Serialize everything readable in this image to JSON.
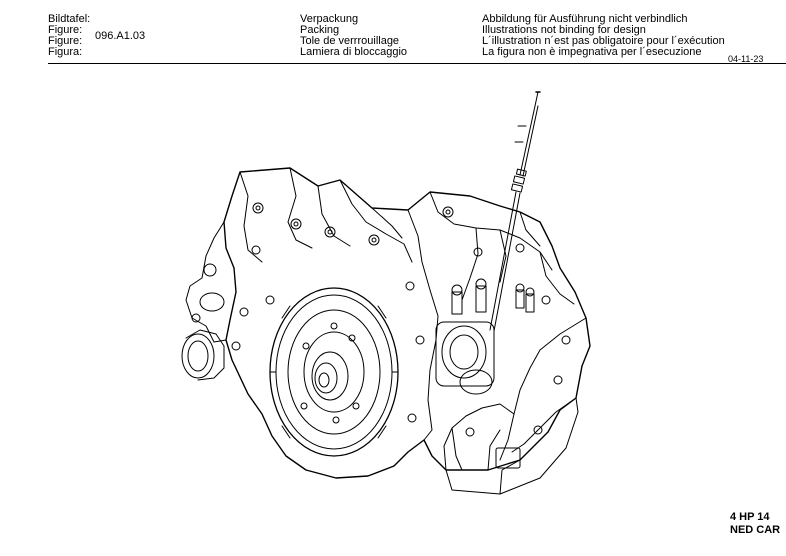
{
  "header": {
    "col1": [
      "Bildtafel:",
      "Figure:",
      "Figure:",
      "Figura:"
    ],
    "figure_number": "096.A1.03",
    "col2": [
      "Verpackung",
      "Packing",
      "Tole de verrrouillage",
      "Lamiera di bloccaggio"
    ],
    "col3": [
      "Abbildung für Ausführung nicht verbindlich",
      "Illustrations not binding for design",
      "L´illustration n´est pas obligatoire pour l´exécution",
      "La figura non è impegnativa per l´esecuzione"
    ],
    "date": "04-11-23"
  },
  "footer": {
    "model": "4 HP 14",
    "variant": "NED CAR"
  },
  "colors": {
    "ink": "#000000",
    "paper": "#ffffff"
  }
}
